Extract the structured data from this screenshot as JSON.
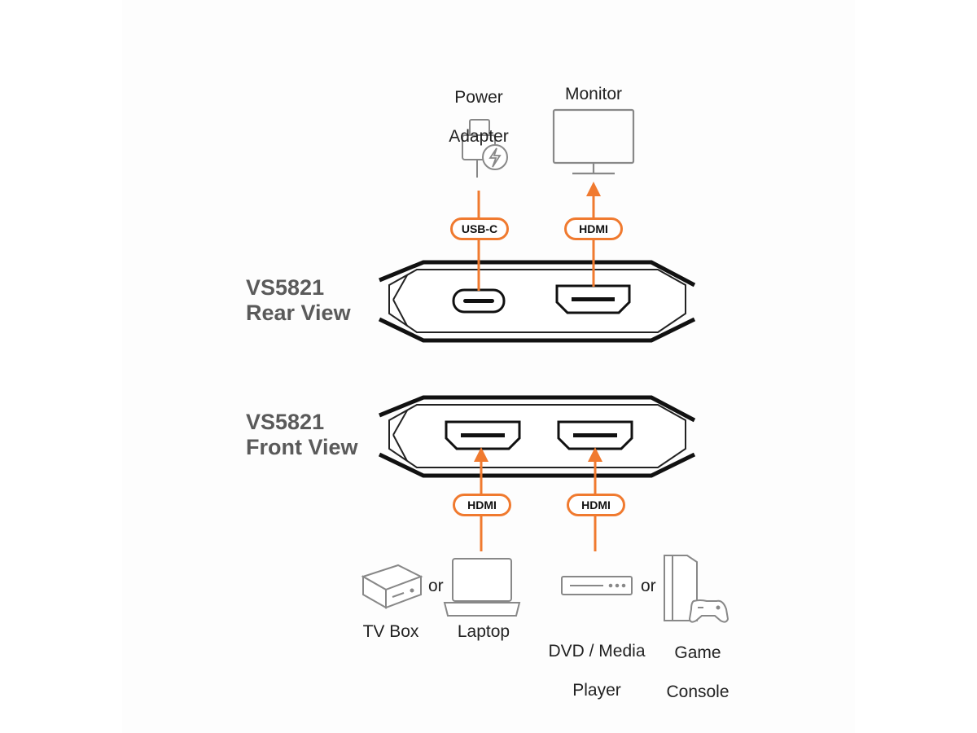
{
  "rear_view": {
    "title_line1": "VS5821",
    "title_line2": "Rear View",
    "power_label_line1": "Power",
    "power_label_line2": "Adapter",
    "monitor_label": "Monitor",
    "usb_badge": "USB-C",
    "hdmi_out_badge": "HDMI"
  },
  "front_view": {
    "title_line1": "VS5821",
    "title_line2": "Front View",
    "hdmi_in1_badge": "HDMI",
    "hdmi_in2_badge": "HDMI"
  },
  "sources": {
    "tv_box": "TV Box",
    "laptop": "Laptop",
    "dvd_line1": "DVD / Media",
    "dvd_line2": "Player",
    "game_line1": "Game",
    "game_line2": "Console",
    "or_text": "or"
  },
  "colors": {
    "accent_orange": "#f07a2f",
    "device_gray": "#888888",
    "title_gray": "#5a5a5a"
  },
  "icons": [
    "usb-c-plug-icon",
    "monitor-icon",
    "tv-box-icon",
    "laptop-icon",
    "media-player-icon",
    "game-console-icon"
  ]
}
